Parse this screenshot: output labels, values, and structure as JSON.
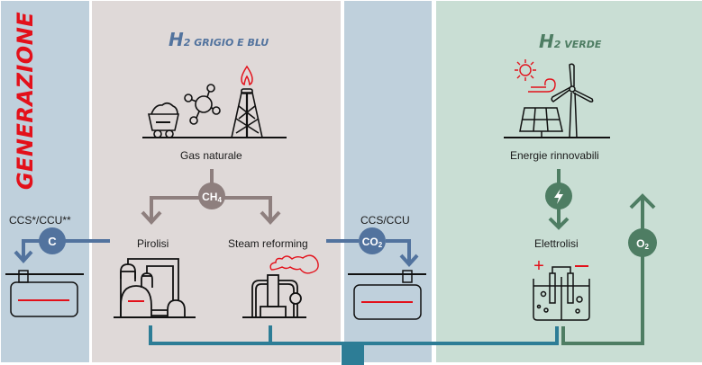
{
  "section_title": "GENERAZIONE",
  "colors": {
    "red_accent": "#e3101a",
    "blue_grey": "#52739e",
    "taupe": "#8e7f7e",
    "green": "#4e7d63",
    "teal": "#2d7d96",
    "panel_blue": "#bfd0dc",
    "panel_grey": "#dfd9d8",
    "panel_green": "#c9ded4"
  },
  "grey_blue": {
    "title_h": "H",
    "title_suffix": "2 GRIGIO E BLU",
    "source_label": "Gas naturale",
    "node_label": "CH4",
    "process_left": "Pirolisi",
    "process_right": "Steam reforming"
  },
  "capture_left": {
    "label": "CCS*/CCU**",
    "node_label": "C"
  },
  "capture_mid": {
    "label": "CCS/CCU",
    "node_label": "CO2"
  },
  "green": {
    "title_h": "H",
    "title_suffix": "2 VERDE",
    "source_label": "Energie rinnovabili",
    "node_label": "lightning-bolt",
    "process": "Elettrolisi",
    "output_node": "O2",
    "plus": "+",
    "minus": "−"
  }
}
